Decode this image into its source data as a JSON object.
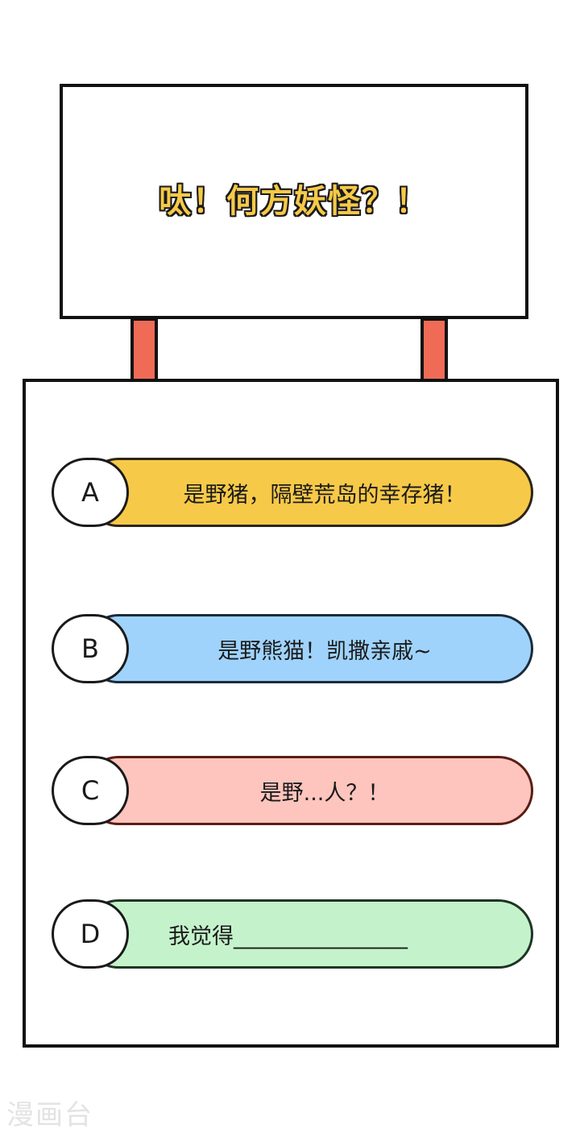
{
  "sign": {
    "title": "呔！何方妖怪？！"
  },
  "options": [
    {
      "letter": "A",
      "text": "是野猪，隔壁荒岛的幸存猪！",
      "color": "#f7c948"
    },
    {
      "letter": "B",
      "text": "是野熊猫！凯撒亲戚~",
      "color": "#9fd3fc"
    },
    {
      "letter": "C",
      "text": "是野...人？！",
      "color": "#fdc5bd"
    },
    {
      "letter": "D",
      "text": "我觉得________________",
      "color": "#c4f3cb"
    }
  ],
  "watermark": "漫画台",
  "colors": {
    "post": "#f06b55",
    "title_fill": "#f7c948",
    "border": "#111111"
  }
}
